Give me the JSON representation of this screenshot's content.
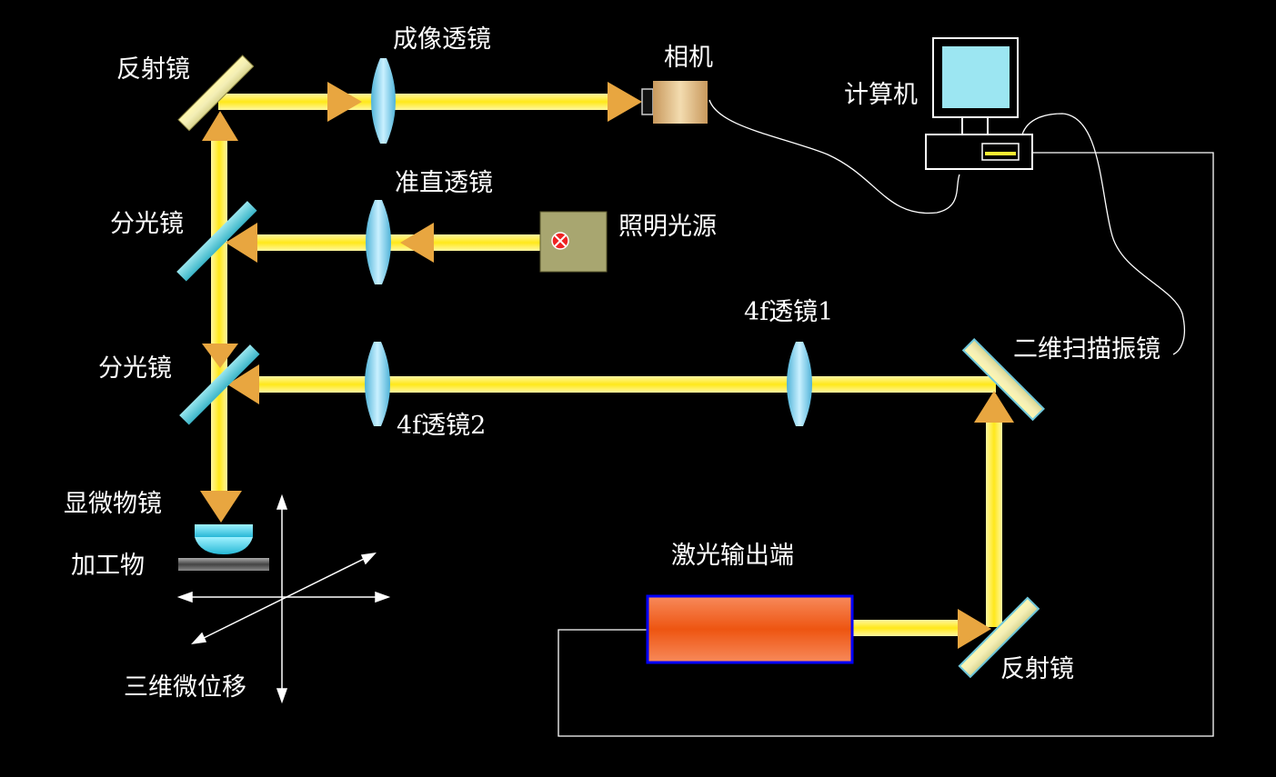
{
  "labels": {
    "mirror_top": "反射镜",
    "imaging_lens": "成像透镜",
    "camera": "相机",
    "computer": "计算机",
    "collimating_lens": "准直透镜",
    "splitter_upper": "分光镜",
    "light_source": "照明光源",
    "lens_4f_1": "4f透镜1",
    "splitter_lower": "分光镜",
    "scan_mirror": "二维扫描振镜",
    "lens_4f_2": "4f透镜2",
    "objective": "显微物镜",
    "workpiece": "加工物",
    "laser_output": "激光输出端",
    "mirror_bottom": "反射镜",
    "stage_3d": "三维微位移"
  },
  "colors": {
    "background": "#000000",
    "beam": "#ffee33",
    "arrow": "#e8a640",
    "lens": "#88d4ee",
    "splitter": "#5ec8d8",
    "laser": "#ee5511",
    "laser_border": "#0000ff",
    "source_box": "#a8a670",
    "monitor_screen": "#9ce6f2",
    "text": "#ffffff"
  }
}
